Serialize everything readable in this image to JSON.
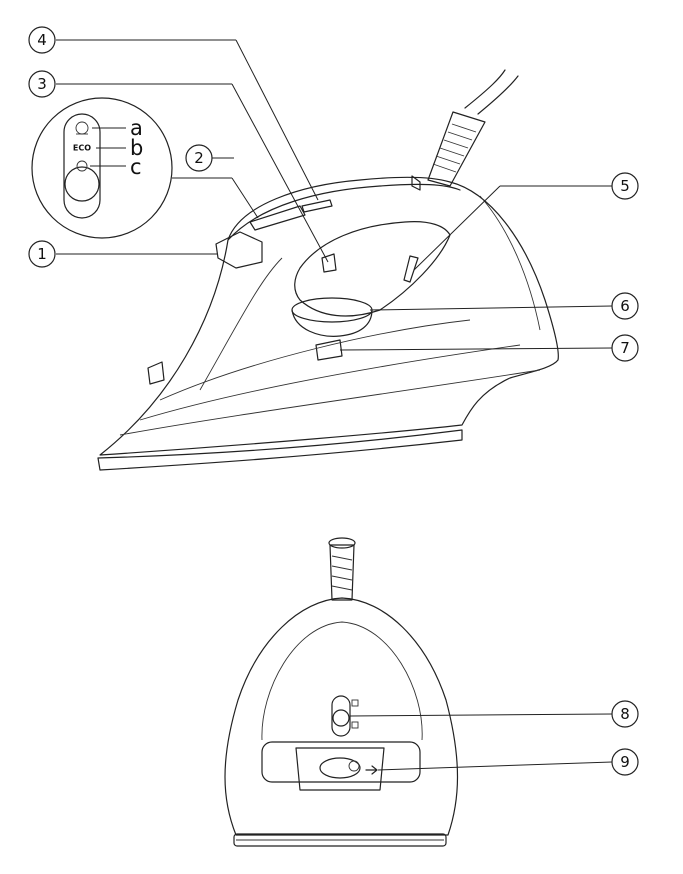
{
  "callouts": [
    {
      "id": "1",
      "label": "1"
    },
    {
      "id": "2",
      "label": "2"
    },
    {
      "id": "3",
      "label": "3"
    },
    {
      "id": "4",
      "label": "4"
    },
    {
      "id": "5",
      "label": "5"
    },
    {
      "id": "6",
      "label": "6"
    },
    {
      "id": "7",
      "label": "7"
    },
    {
      "id": "8",
      "label": "8"
    },
    {
      "id": "9",
      "label": "9"
    }
  ],
  "selector_detail": {
    "letters": [
      "a",
      "b",
      "c"
    ],
    "eco_label": "ECO"
  }
}
